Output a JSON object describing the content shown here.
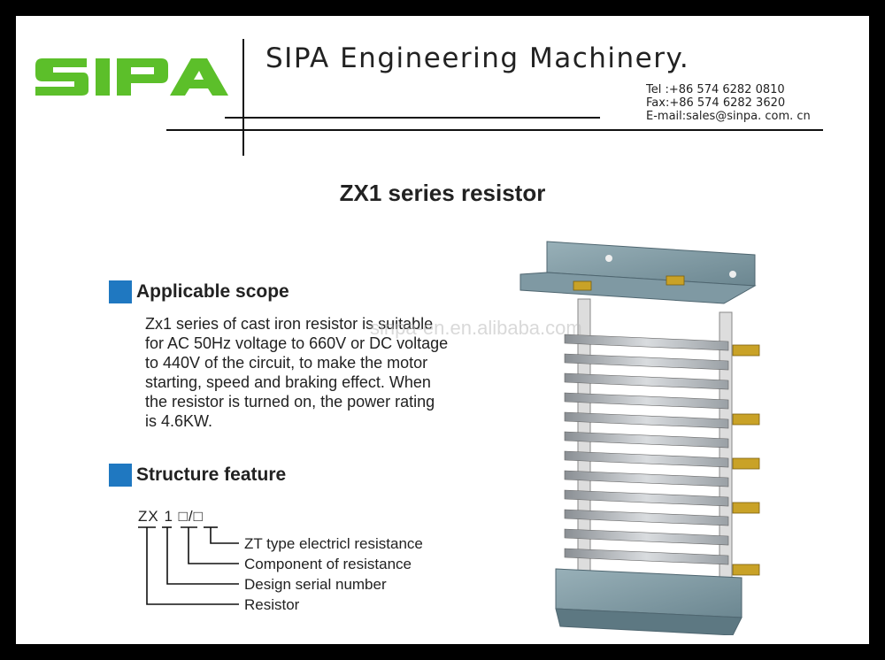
{
  "brand": {
    "logo_text": "SIPA",
    "logo_color": "#5cbf2a"
  },
  "header": {
    "company_name": "SIPA Engineering Machinery.",
    "tel": "Tel :+86 574 6282 0810",
    "fax": "Fax:+86 574 6282 3620",
    "email": "E-mail:sales@sinpa. com. cn"
  },
  "title": "ZX1 series resistor",
  "applicable_scope": {
    "heading": "Applicable scope",
    "lines": [
      "Zx1 series of cast iron resistor is suitable",
      "for AC 50Hz voltage to 660V or DC voltage",
      "to 440V of the circuit, to make the motor",
      "starting, speed and braking effect. When",
      "the resistor is turned on, the power rating",
      "is 4.6KW."
    ]
  },
  "structure_feature": {
    "heading": "Structure feature",
    "code": "ZX 1 □/□",
    "legend": [
      "ZT type electricl resistance",
      "Component of resistance",
      "Design serial number",
      "Resistor"
    ]
  },
  "watermark": "sinpa-en.en.alibaba.com",
  "colors": {
    "accent": "#1f78c1",
    "frame": "#000000",
    "product_body": "#7f99a3"
  }
}
